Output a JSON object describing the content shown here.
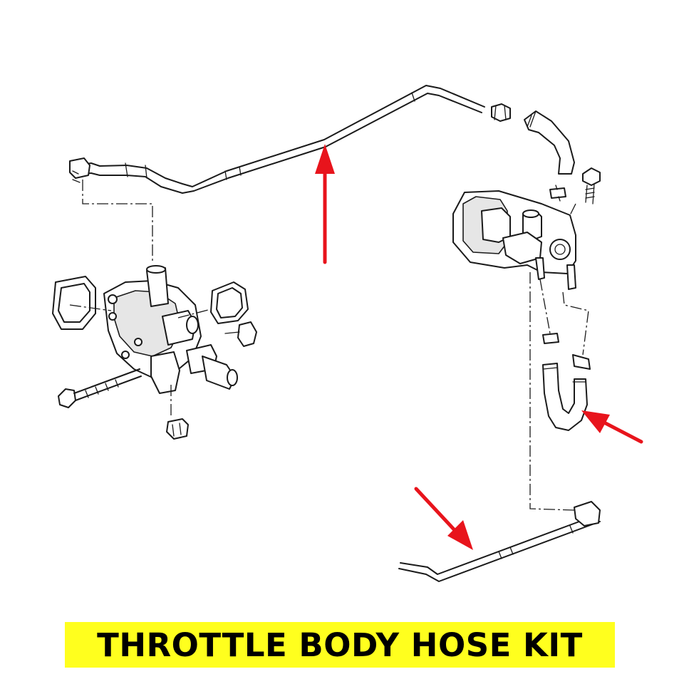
{
  "title": "THROTTLE BODY HOSE KIT",
  "colors": {
    "banner_background": "#ffff1e",
    "banner_text": "#000000",
    "arrow": "#e8141c",
    "line": "#1a1a1a"
  },
  "callouts": [
    {
      "icon": "arrow-up-icon",
      "target": "upper coolant hose"
    },
    {
      "icon": "arrow-left-icon",
      "target": "curved hose"
    },
    {
      "icon": "arrow-down-right-icon",
      "target": "lower coolant pipe"
    }
  ]
}
